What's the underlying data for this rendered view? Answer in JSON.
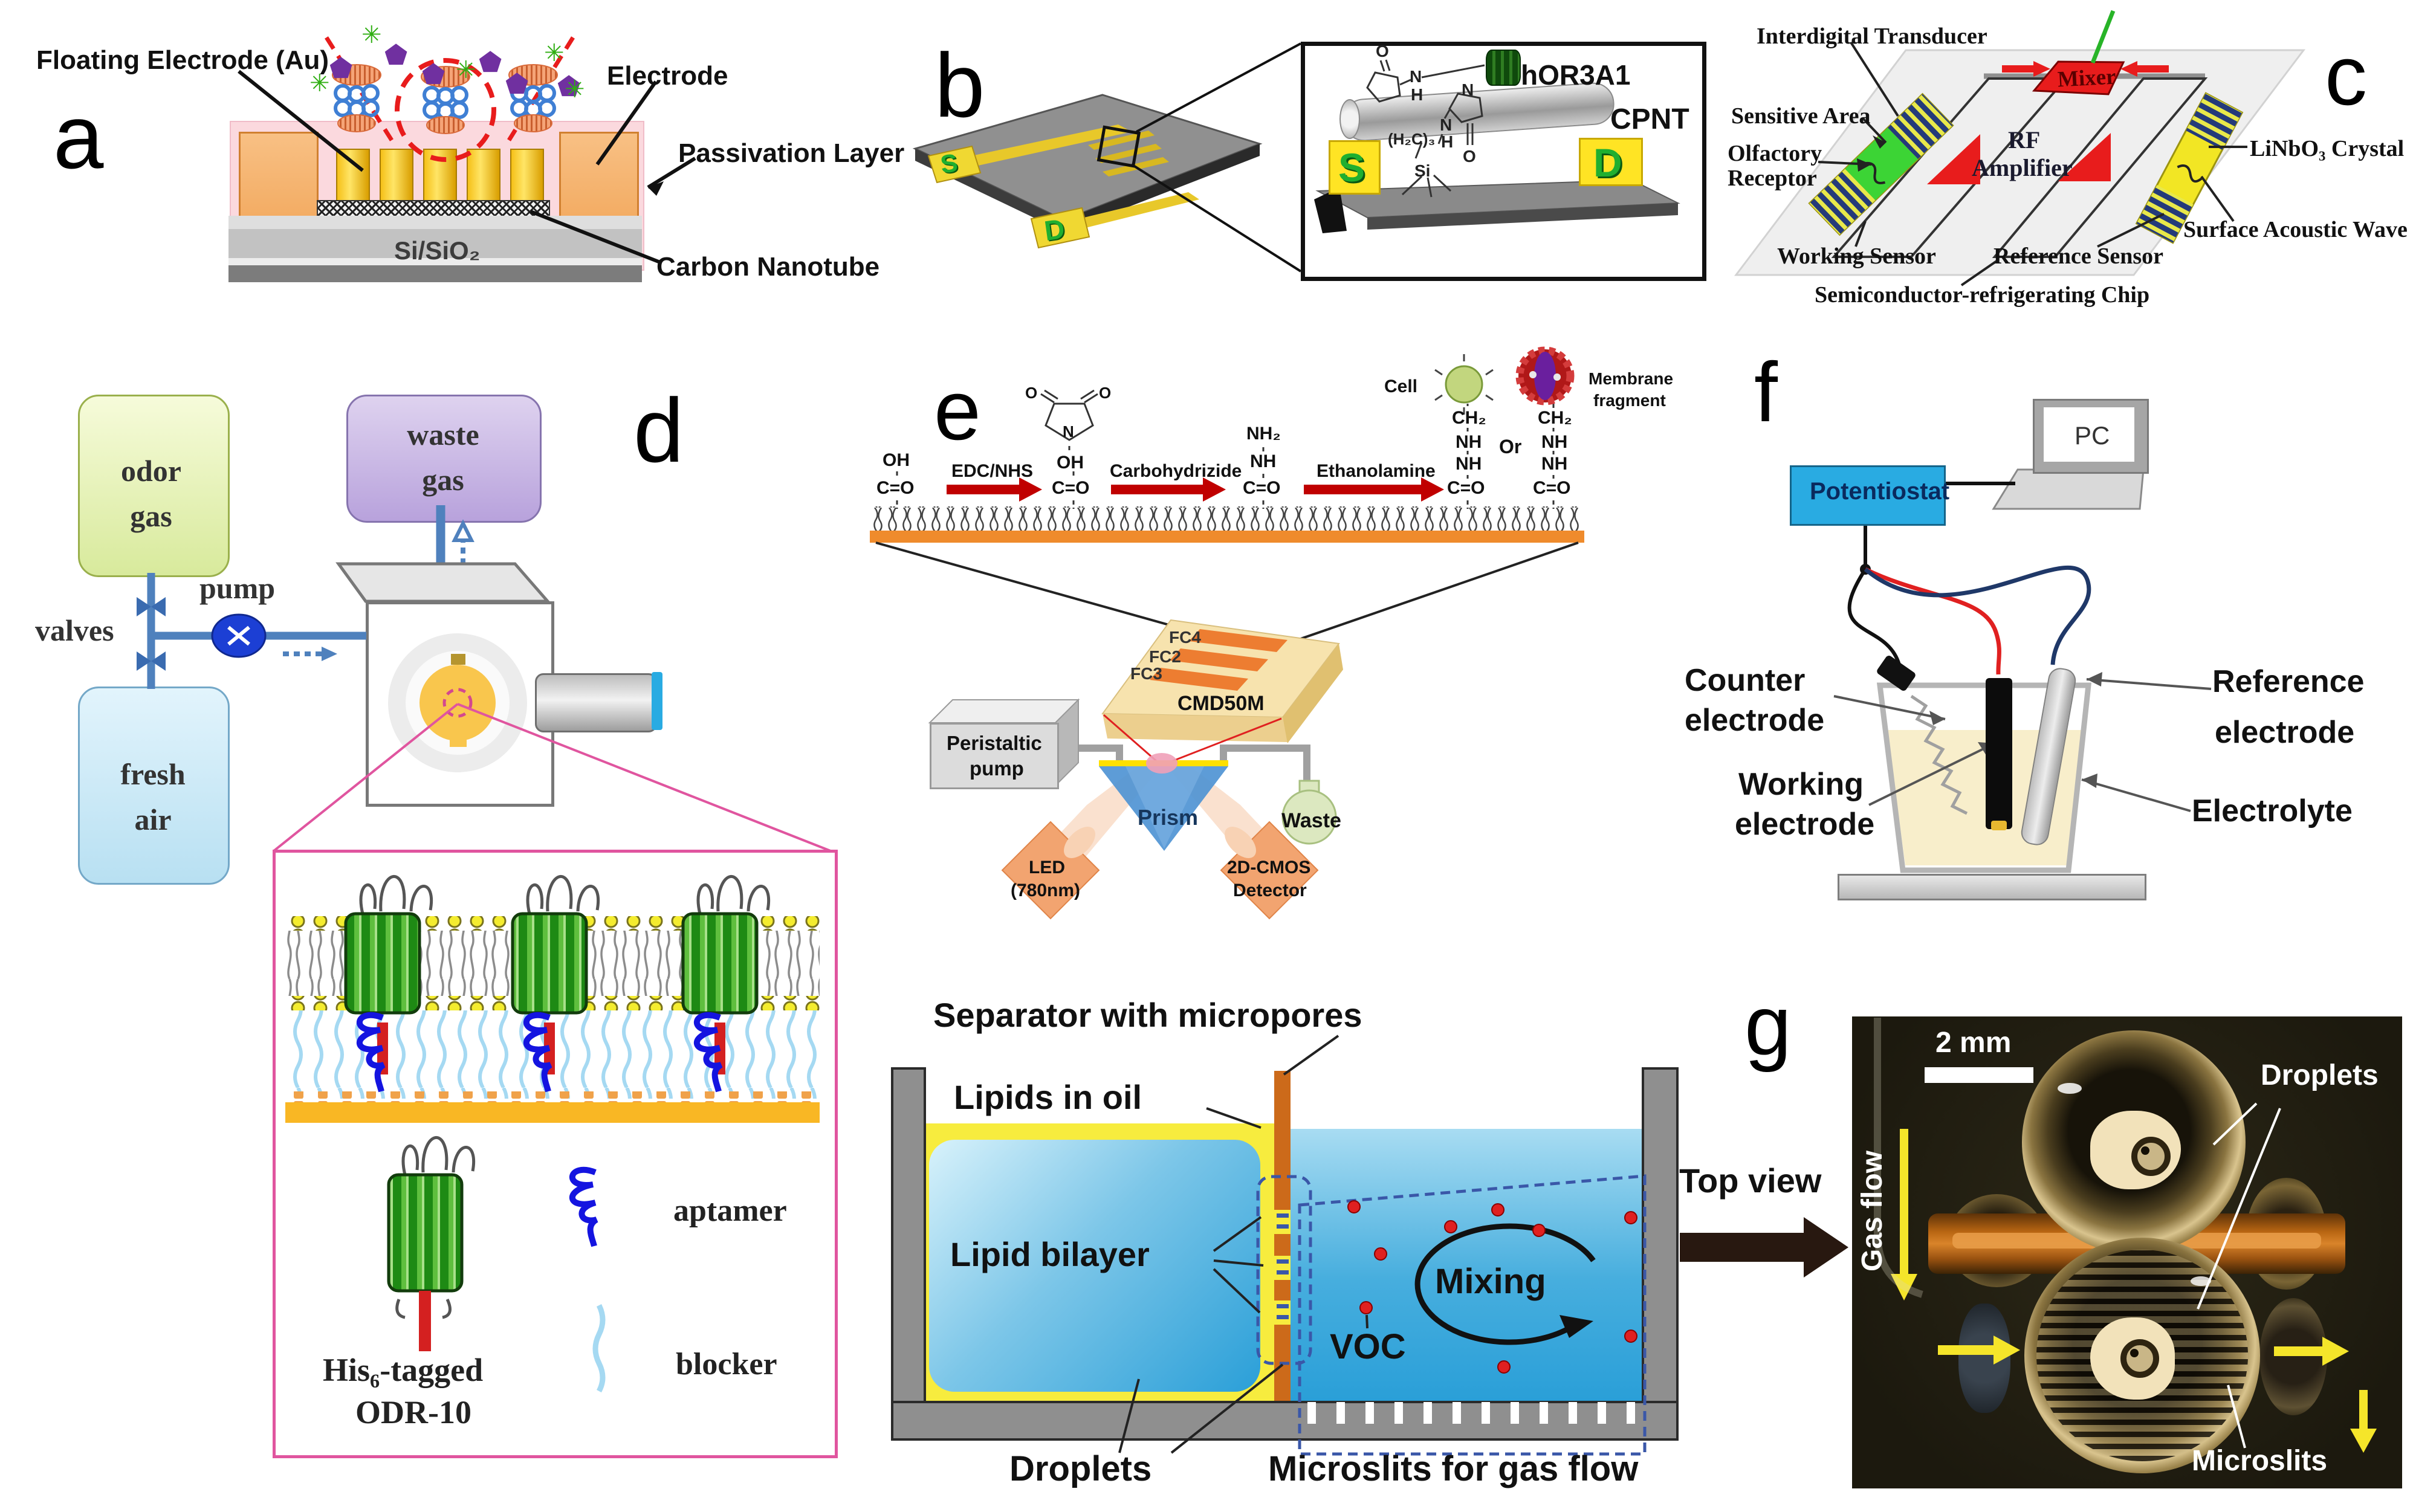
{
  "icons": {
    "odorant": "⬟",
    "burst": "✳"
  },
  "colors": {
    "accent_red": "#e81c1c",
    "pipe_blue": "#4f81bd",
    "pump_blue": "#1c3fd4",
    "gold": "#f9b724",
    "sensor_yellow": "#f2e624",
    "separator_orange": "#cc6a1a",
    "potentiostat_blue": "#29abe2",
    "photo_arrow_yellow": "#f5e52a",
    "pink_frame": "#e0559f"
  },
  "a": {
    "letter": "a",
    "floating": "Floating Electrode (Au)",
    "electrode": "Electrode",
    "passivation": "Passivation Layer",
    "substrate": "Si/SiO₂",
    "cnt": "Carbon Nanotube"
  },
  "b": {
    "letter": "b",
    "receptor": "hOR3A1",
    "tube": "CPNT",
    "s": "S",
    "d": "D",
    "o": "O",
    "n": "N",
    "h": "H",
    "chain": "(H₂C)₃",
    "si": "Si"
  },
  "c": {
    "letter": "c",
    "idt": "Interdigital Transducer",
    "sensitive": "Sensitive Area",
    "olfactory": "Olfactory Receptor",
    "mixer": "Mixer",
    "rf1": "RF",
    "rf2": "Amplifier",
    "crystal": "LiNbO₃ Crystal",
    "saw": "Surface Acoustic Wave",
    "working": "Working Sensor",
    "reference": "Reference Sensor",
    "chip": "Semiconductor-refrigerating Chip"
  },
  "d": {
    "letter": "d",
    "odor": "odor gas",
    "waste": "waste gas",
    "pump": "pump",
    "valves": "valves",
    "fresh": "fresh air",
    "his": "His₆-tagged",
    "odr": "ODR-10",
    "aptamer": "aptamer",
    "blocker": "blocker"
  },
  "e": {
    "letter": "e",
    "oh": "OH",
    "co": "C=O",
    "nh2": "NH₂",
    "nh": "NH",
    "ch2": "CH₂",
    "o": "O",
    "n": "N",
    "or": "Or",
    "cell": "Cell",
    "mem1": "Membrane",
    "mem2": "fragment",
    "edc": "EDC/NHS",
    "carb": "Carbohydrizide",
    "eth": "Ethanolamine",
    "fc4": "FC4",
    "fc2": "FC2",
    "fc3": "FC3",
    "cmd": "CMD50M",
    "pp1": "Peristaltic",
    "pp2": "pump",
    "prism": "Prism",
    "waste": "Waste",
    "led1": "LED",
    "led2": "(780nm)",
    "det1": "2D-CMOS",
    "det2": "Detector"
  },
  "f": {
    "letter": "f",
    "pc": "PC",
    "potentiostat": "Potentiostat",
    "counter1": "Counter",
    "counter2": "electrode",
    "working1": "Working",
    "working2": "electrode",
    "ref1": "Reference",
    "ref2": "electrode",
    "electrolyte": "Electrolyte"
  },
  "g": {
    "letter": "g",
    "separator": "Separator with micropores",
    "lipids": "Lipids in oil",
    "bilayer": "Lipid bilayer",
    "mixing": "Mixing",
    "voc": "VOC",
    "droplets": "Droplets",
    "microslits_gas": "Microslits for gas flow",
    "top_view": "Top view",
    "scale": "2 mm",
    "photo_droplets": "Droplets",
    "gas_flow": "Gas flow",
    "microslits": "Microslits"
  }
}
